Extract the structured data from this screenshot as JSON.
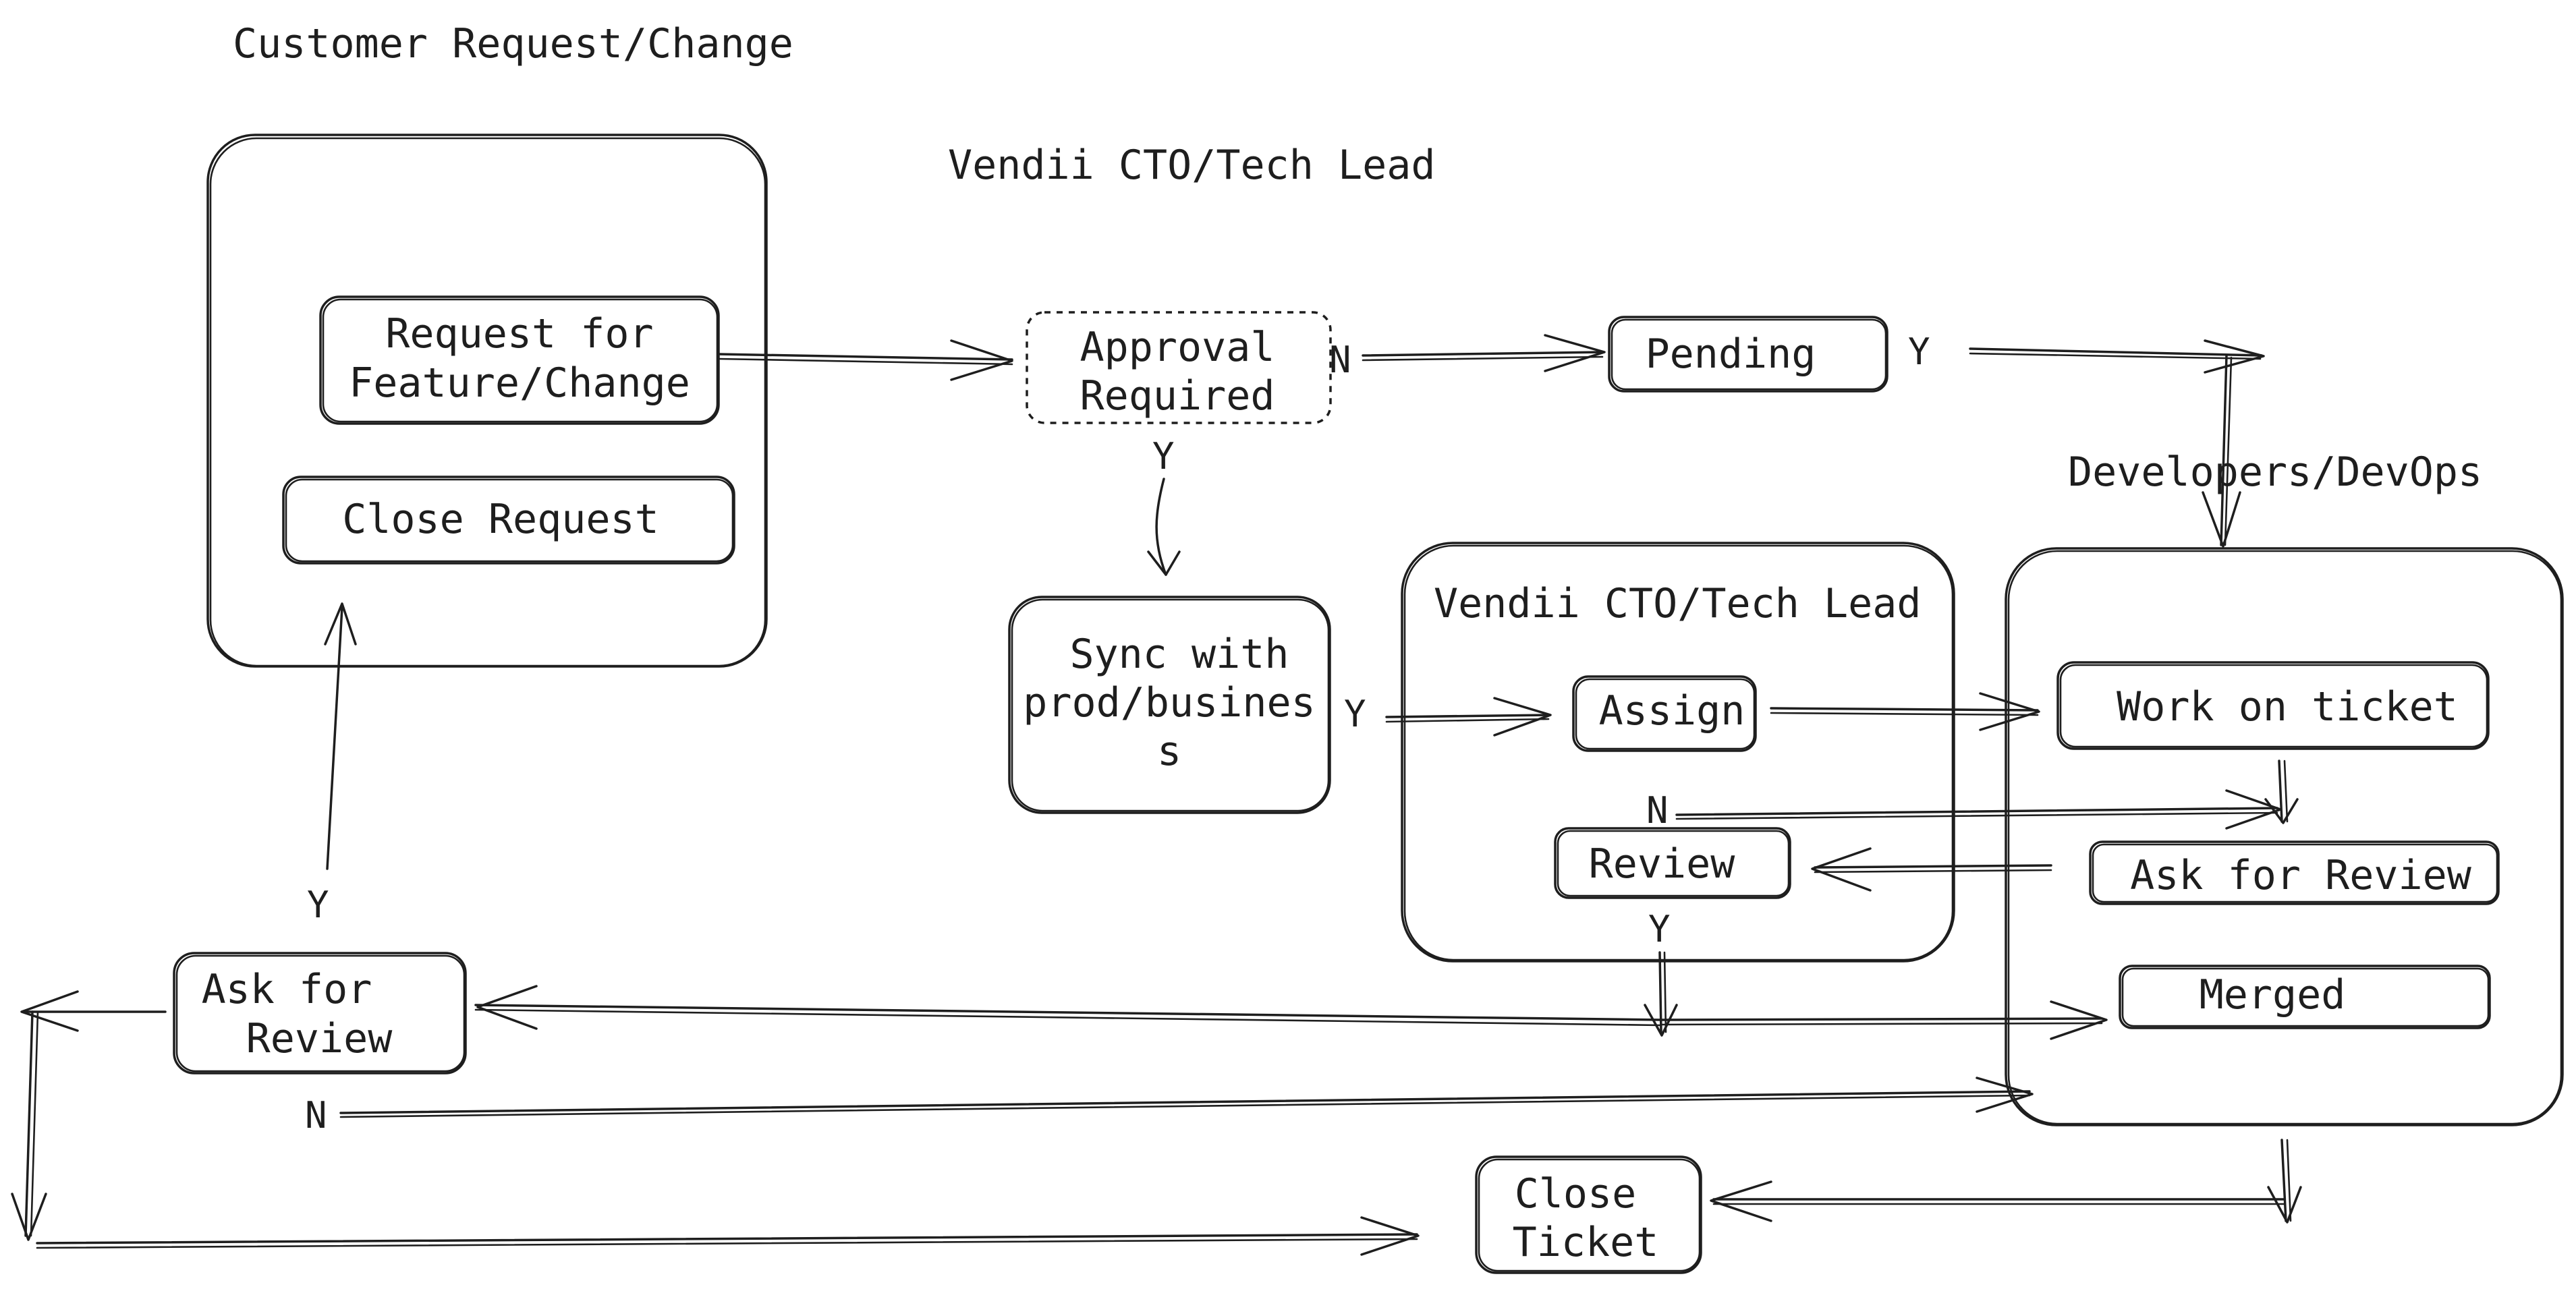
{
  "titles": {
    "customer": "Customer Request/Change",
    "cto_top": "Vendii CTO/Tech Lead",
    "cto_box": "Vendii CTO/Tech Lead",
    "devs": "Developers/DevOps"
  },
  "nodes": {
    "request_feature": [
      "Request for",
      "Feature/Change"
    ],
    "close_request": "Close Request",
    "approval_required": [
      "Approval",
      "Required"
    ],
    "pending": "Pending",
    "sync": [
      "Sync with",
      "prod/busines",
      "s"
    ],
    "assign": "Assign",
    "review": "Review",
    "work_on_ticket": "Work on ticket",
    "ask_review_dev": "Ask for Review",
    "merged": "Merged",
    "ask_review_customer": [
      "Ask for",
      "Review"
    ],
    "close_ticket": [
      "Close",
      "Ticket"
    ]
  },
  "edge_labels": {
    "approval_n": "N",
    "pending_y": "Y",
    "approval_y": "Y",
    "sync_y": "Y",
    "review_n": "N",
    "review_y": "Y",
    "customer_y": "Y",
    "customer_n": "N"
  }
}
